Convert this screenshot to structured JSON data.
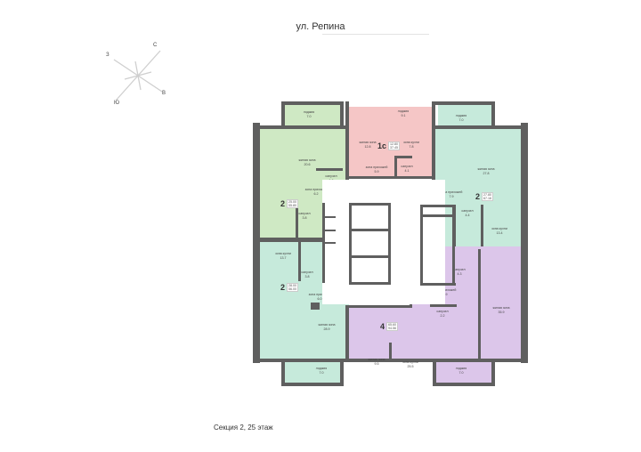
{
  "street": {
    "label": "ул. Репина"
  },
  "compass": {
    "north": "С",
    "east": "В",
    "south": "Ю",
    "west": "З"
  },
  "caption": "Секция 2, 25 этаж",
  "colors": {
    "green": "#cfe9c4",
    "mint": "#c6eadb",
    "pink": "#f5c6c6",
    "violet": "#dcc6ea",
    "wall": "#5f5f5f"
  },
  "apartments": [
    {
      "id": "apt-1c",
      "rooms_label": "1с",
      "living_area": "12.80",
      "total_area": "37.45",
      "rooms": [
        {
          "name": "лоджия",
          "area": "9.1"
        },
        {
          "name": "жилая зона",
          "area": "12.8"
        },
        {
          "name": "зона кухни",
          "area": "7.8"
        },
        {
          "name": "зона прихожей",
          "area": "5.9"
        },
        {
          "name": "санузел",
          "area": "4.1"
        }
      ]
    },
    {
      "id": "apt-2-top-left",
      "rooms_label": "2",
      "living_area": "25.00",
      "total_area": "55.80",
      "rooms": [
        {
          "name": "лоджия",
          "area": "7.0"
        },
        {
          "name": "жилая зона",
          "area": "20.6"
        },
        {
          "name": "санузел",
          "area": "1.8"
        },
        {
          "name": "зона прихожей",
          "area": "6.2"
        },
        {
          "name": "санузел",
          "area": "3.8"
        },
        {
          "name": "зона кухни",
          "area": "13.7"
        }
      ]
    },
    {
      "id": "apt-2-top-right",
      "rooms_label": "2",
      "living_area": "27.80",
      "total_area": "67.16",
      "rooms": [
        {
          "name": "лоджия",
          "area": "7.0"
        },
        {
          "name": "жилая зона",
          "area": "27.8"
        },
        {
          "name": "зона прихожей",
          "area": "7.9"
        },
        {
          "name": "санузел",
          "area": "4.4"
        },
        {
          "name": "зона кухни",
          "area": "13.4"
        }
      ]
    },
    {
      "id": "apt-2-bottom-left",
      "rooms_label": "2",
      "living_area": "28.00",
      "total_area": "56.00",
      "rooms": [
        {
          "name": "зона кухни",
          "area": "13.7"
        },
        {
          "name": "санузел",
          "area": "3.8"
        },
        {
          "name": "зона прихожей",
          "area": "6.0"
        },
        {
          "name": "жилая зона",
          "area": "28.9"
        },
        {
          "name": "лоджия",
          "area": "7.0"
        }
      ]
    },
    {
      "id": "apt-4",
      "rooms_label": "4",
      "living_area": "65.60",
      "total_area": "94.56",
      "rooms": [
        {
          "name": "санузел",
          "area": "4.3"
        },
        {
          "name": "зона прихожей",
          "area": "5.9"
        },
        {
          "name": "санузел",
          "area": "2.2"
        },
        {
          "name": "жилая зона",
          "area": "35.9"
        },
        {
          "name": "жилая зона",
          "area": "9.5"
        },
        {
          "name": "зона кухни",
          "area": "25.5"
        },
        {
          "name": "лоджия",
          "area": "7.0"
        }
      ]
    }
  ]
}
